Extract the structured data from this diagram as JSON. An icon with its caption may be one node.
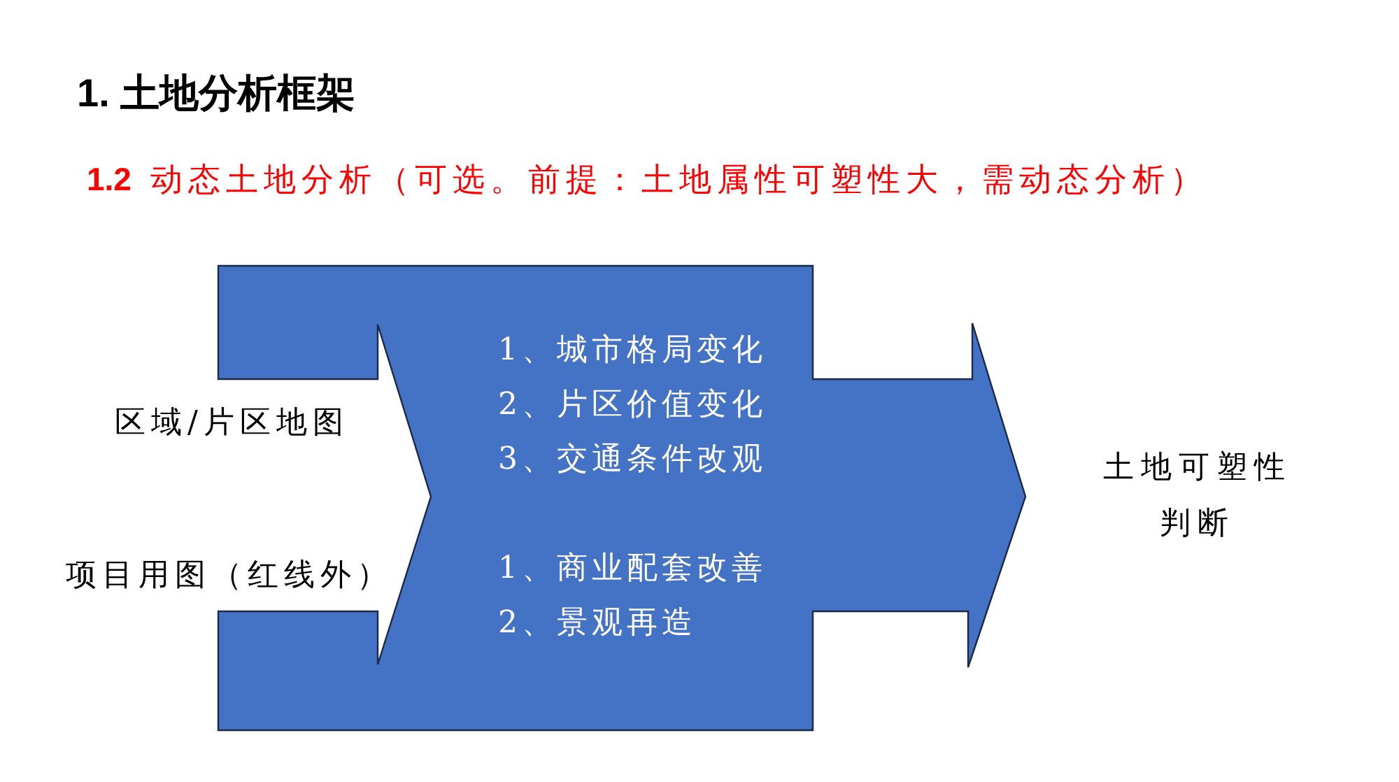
{
  "diagram": {
    "title": "1. 土地分析框架",
    "nodes": [
      {
        "text": [
          "1、城市格局变化",
          "2、片区价值变化",
          "3、交通条件改观",
          "1、商业配套改善",
          "2、景观再造"
        ]
      }
    ],
    "labels": [
      "**1.2** 动态土地分析（可选。前提：土地属性可塑性大，需动态分析）",
      "区域/片区地图",
      "项目用图（红线外）",
      "土地可塑性判断"
    ]
  }
}
